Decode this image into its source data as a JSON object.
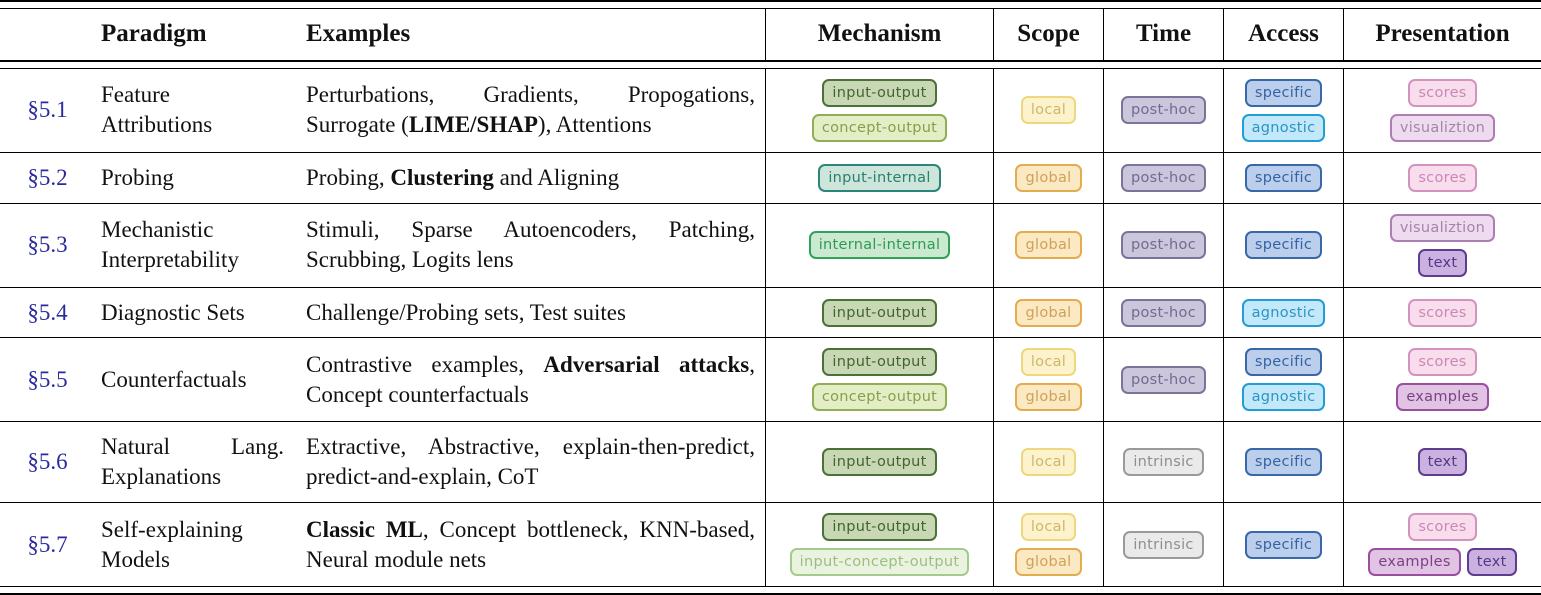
{
  "columns": [
    "Paradigm",
    "Examples",
    "Mechanism",
    "Scope",
    "Time",
    "Access",
    "Presentation"
  ],
  "section_color": "#2a2a9e",
  "rule_color": "#000000",
  "badge_defs": {
    "input-output": {
      "label": "input-output",
      "bg": "#c8d8b4",
      "border": "#4b7136",
      "text": "#436430"
    },
    "concept-output": {
      "label": "concept-output",
      "bg": "#e4eec6",
      "border": "#90ae53",
      "text": "#83a14b"
    },
    "input-internal": {
      "label": "input-internal",
      "bg": "#cde5da",
      "border": "#2b8677",
      "text": "#28806f"
    },
    "internal-internal": {
      "label": "internal-internal",
      "bg": "#cbe9d0",
      "border": "#2fa158",
      "text": "#2e9b54"
    },
    "input-concept-output": {
      "label": "input-concept-output",
      "bg": "#eaf3df",
      "border": "#a5cb8c",
      "text": "#9cbe81"
    },
    "local": {
      "label": "local",
      "bg": "#fcf3cc",
      "border": "#eed77e",
      "text": "#cfb66d"
    },
    "global": {
      "label": "global",
      "bg": "#fbe9c4",
      "border": "#e4ab4f",
      "text": "#d0a156"
    },
    "post-hoc": {
      "label": "post-hoc",
      "bg": "#cbc6db",
      "border": "#7a749b",
      "text": "#706b91"
    },
    "intrinsic": {
      "label": "intrinsic",
      "bg": "#eaeaea",
      "border": "#9a9a9a",
      "text": "#8e8e8e"
    },
    "specific": {
      "label": "specific",
      "bg": "#bbceec",
      "border": "#3868aa",
      "text": "#3563a4"
    },
    "agnostic": {
      "label": "agnostic",
      "bg": "#c3e8f9",
      "border": "#229dd5",
      "text": "#2c94c5"
    },
    "scores": {
      "label": "scores",
      "bg": "#f8ddec",
      "border": "#d493be",
      "text": "#cc87b5"
    },
    "visualiztion": {
      "label": "visualiztion",
      "bg": "#efdbef",
      "border": "#ac7eb4",
      "text": "#a584a9"
    },
    "text": {
      "label": "text",
      "bg": "#cab1df",
      "border": "#5e3c91",
      "text": "#523887"
    },
    "examples": {
      "label": "examples",
      "bg": "#e1c3e3",
      "border": "#9b4ea0",
      "text": "#7d4086"
    }
  },
  "rows": [
    {
      "section": "§5.1",
      "paradigm": "Feature Attributions",
      "examples": [
        {
          "t": "Perturbations, Gradients, Propogations, Surrogate (",
          "b": false
        },
        {
          "t": "LIME/SHAP",
          "b": true
        },
        {
          "t": "), Attentions",
          "b": false
        }
      ],
      "mechanism": [
        [
          "input-output"
        ],
        [
          "concept-output"
        ]
      ],
      "scope": [
        [
          "local"
        ]
      ],
      "time": [
        [
          "post-hoc"
        ]
      ],
      "access": [
        [
          "specific"
        ],
        [
          "agnostic"
        ]
      ],
      "presentation": [
        [
          "scores"
        ],
        [
          "visualiztion"
        ]
      ]
    },
    {
      "section": "§5.2",
      "paradigm": "Probing",
      "examples": [
        {
          "t": "Probing, ",
          "b": false
        },
        {
          "t": "Clustering",
          "b": true
        },
        {
          "t": " and Aligning",
          "b": false
        }
      ],
      "mechanism": [
        [
          "input-internal"
        ]
      ],
      "scope": [
        [
          "global"
        ]
      ],
      "time": [
        [
          "post-hoc"
        ]
      ],
      "access": [
        [
          "specific"
        ]
      ],
      "presentation": [
        [
          "scores"
        ]
      ]
    },
    {
      "section": "§5.3",
      "paradigm": "Mechanistic Interpretability",
      "examples": [
        {
          "t": "Stimuli, Sparse Autoencoders, Patching, Scrubbing, Logits lens",
          "b": false
        }
      ],
      "mechanism": [
        [
          "internal-internal"
        ]
      ],
      "scope": [
        [
          "global"
        ]
      ],
      "time": [
        [
          "post-hoc"
        ]
      ],
      "access": [
        [
          "specific"
        ]
      ],
      "presentation": [
        [
          "visualiztion"
        ],
        [
          "text"
        ]
      ]
    },
    {
      "section": "§5.4",
      "paradigm": "Diagnostic Sets",
      "examples": [
        {
          "t": "Challenge/Probing sets, Test suites",
          "b": false
        }
      ],
      "mechanism": [
        [
          "input-output"
        ]
      ],
      "scope": [
        [
          "global"
        ]
      ],
      "time": [
        [
          "post-hoc"
        ]
      ],
      "access": [
        [
          "agnostic"
        ]
      ],
      "presentation": [
        [
          "scores"
        ]
      ]
    },
    {
      "section": "§5.5",
      "paradigm": "Counterfactuals",
      "examples": [
        {
          "t": "Contrastive examples, ",
          "b": false
        },
        {
          "t": "Adversarial attacks",
          "b": true
        },
        {
          "t": ", Concept counterfactuals",
          "b": false
        }
      ],
      "mechanism": [
        [
          "input-output"
        ],
        [
          "concept-output"
        ]
      ],
      "scope": [
        [
          "local"
        ],
        [
          "global"
        ]
      ],
      "time": [
        [
          "post-hoc"
        ]
      ],
      "access": [
        [
          "specific"
        ],
        [
          "agnostic"
        ]
      ],
      "presentation": [
        [
          "scores"
        ],
        [
          "examples"
        ]
      ]
    },
    {
      "section": "§5.6",
      "paradigm": "Natural Lang. Explanations",
      "examples": [
        {
          "t": "Extractive, Abstractive, explain-then-predict, predict-and-explain, CoT",
          "b": false
        }
      ],
      "mechanism": [
        [
          "input-output"
        ]
      ],
      "scope": [
        [
          "local"
        ]
      ],
      "time": [
        [
          "intrinsic"
        ]
      ],
      "access": [
        [
          "specific"
        ]
      ],
      "presentation": [
        [
          "text"
        ]
      ]
    },
    {
      "section": "§5.7",
      "paradigm": "Self-explaining Models",
      "examples": [
        {
          "t": "Classic ML",
          "b": true
        },
        {
          "t": ", Concept bottleneck, KNN-based, Neural module nets",
          "b": false
        }
      ],
      "mechanism": [
        [
          "input-output"
        ],
        [
          "input-concept-output"
        ]
      ],
      "scope": [
        [
          "local"
        ],
        [
          "global"
        ]
      ],
      "time": [
        [
          "intrinsic"
        ]
      ],
      "access": [
        [
          "specific"
        ]
      ],
      "presentation": [
        [
          "scores"
        ],
        [
          "examples",
          "text"
        ]
      ]
    }
  ]
}
